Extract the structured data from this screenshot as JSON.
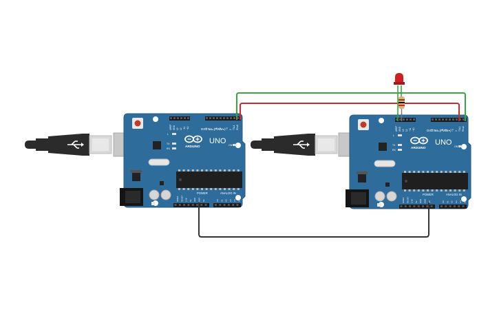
{
  "circuit": {
    "boards": [
      {
        "id": "board-left",
        "model_text": "UNO",
        "brand_text": "ARDUINO",
        "digital_label": "DIGITAL (PWM~)",
        "analog_label": "ANALOG IN",
        "power_label": "POWER",
        "on_label": "ON",
        "tx_label": "TX",
        "rx_label": "RX",
        "l_label": "L",
        "top_pins": [
          "AREF",
          "GND",
          "13",
          "12",
          "~11",
          "~10",
          "~9",
          "8",
          "7",
          "~6",
          "~5",
          "4",
          "~3",
          "2",
          "TX▸1",
          "RX◂0"
        ],
        "power_pins": [
          "IOREF",
          "RESET",
          "3.3V",
          "5V",
          "GND",
          "GND",
          "Vin"
        ],
        "analog_pins": [
          "A0",
          "A1",
          "A2",
          "A3",
          "A4",
          "A5"
        ]
      },
      {
        "id": "board-right",
        "model_text": "UNO",
        "brand_text": "ARDUINO",
        "digital_label": "DIGITAL (PWM~)",
        "analog_label": "ANALOG IN",
        "power_label": "POWER",
        "on_label": "ON",
        "tx_label": "TX",
        "rx_label": "RX",
        "l_label": "L",
        "top_pins": [
          "AREF",
          "GND",
          "13",
          "12",
          "~11",
          "~10",
          "~9",
          "8",
          "7",
          "~6",
          "~5",
          "4",
          "~3",
          "2",
          "TX▸1",
          "RX◂0"
        ],
        "power_pins": [
          "IOREF",
          "RESET",
          "3.3V",
          "5V",
          "GND",
          "GND",
          "Vin"
        ],
        "analog_pins": [
          "A0",
          "A1",
          "A2",
          "A3",
          "A4",
          "A5"
        ]
      }
    ],
    "colors": {
      "board": "#2e6c9c",
      "board_edge": "#245a84",
      "wire_green": "#3aa53a",
      "wire_red": "#cc2a2a",
      "wire_black": "#333333",
      "led": "#cc1f1f",
      "usb_cable": "#2b2b2b",
      "usb_plug": "#d9d9d9"
    }
  }
}
